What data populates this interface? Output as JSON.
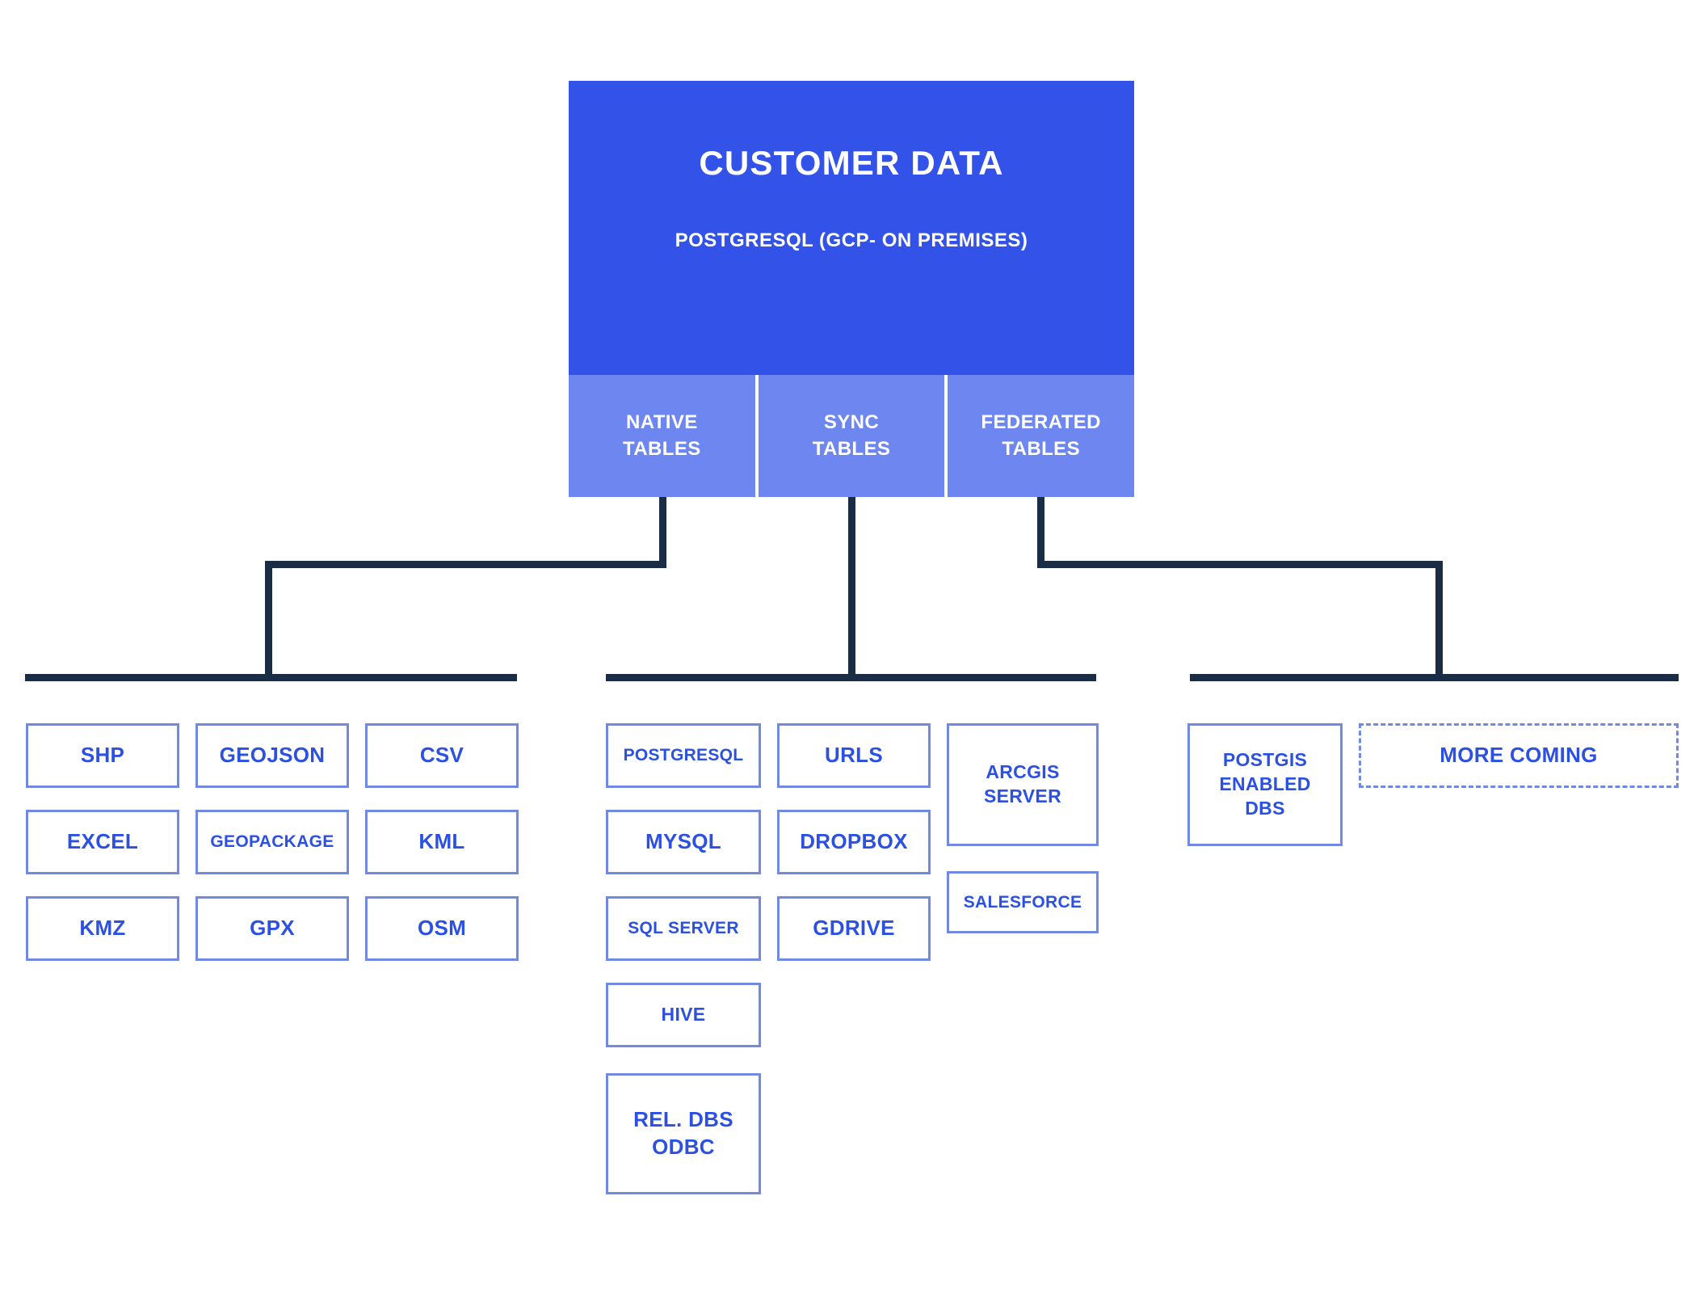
{
  "root": {
    "title": "CUSTOMER DATA",
    "subtitle": "POSTGRESQL (GCP- ON PREMISES)",
    "color": "#3353e8"
  },
  "tabs": [
    {
      "line1": "NATIVE",
      "line2": "TABLES",
      "color": "#6e86f0"
    },
    {
      "line1": "SYNC",
      "line2": "TABLES",
      "color": "#6e86f0"
    },
    {
      "line1": "FEDERATED",
      "line2": "TABLES",
      "color": "#6e86f0"
    }
  ],
  "branches": {
    "native": {
      "label": "NATIVE TABLES",
      "items": [
        {
          "label": "SHP"
        },
        {
          "label": "GEOJSON"
        },
        {
          "label": "CSV"
        },
        {
          "label": "EXCEL"
        },
        {
          "label": "GEOPACKAGE"
        },
        {
          "label": "KML"
        },
        {
          "label": "KMZ"
        },
        {
          "label": "GPX"
        },
        {
          "label": "OSM"
        }
      ]
    },
    "sync": {
      "label": "SYNC TABLES",
      "items": [
        {
          "label": "POSTGRESQL"
        },
        {
          "label": "URLS"
        },
        {
          "label": "ARCGIS SERVER",
          "line1": "ARCGIS",
          "line2": "SERVER"
        },
        {
          "label": "MYSQL"
        },
        {
          "label": "DROPBOX"
        },
        {
          "label": "SALESFORCE"
        },
        {
          "label": "SQL SERVER"
        },
        {
          "label": "GDRIVE"
        },
        {
          "label": "HIVE"
        },
        {
          "label": "REL. DBS ODBC",
          "line1": "REL. DBS",
          "line2": "ODBC"
        }
      ]
    },
    "federated": {
      "label": "FEDERATED TABLES",
      "items": [
        {
          "label": "POSTGIS ENABLED DBS",
          "line1": "POSTGIS",
          "line2": "ENABLED",
          "line3": "DBS"
        },
        {
          "label": "MORE COMING",
          "dashed": true
        }
      ]
    }
  },
  "theme": {
    "root_blue": "#3353e8",
    "tab_blue": "#6e86f0",
    "line_navy": "#1b2c45",
    "box_border": "#7189e0",
    "box_text": "#2b50e2",
    "background": "#ffffff"
  }
}
